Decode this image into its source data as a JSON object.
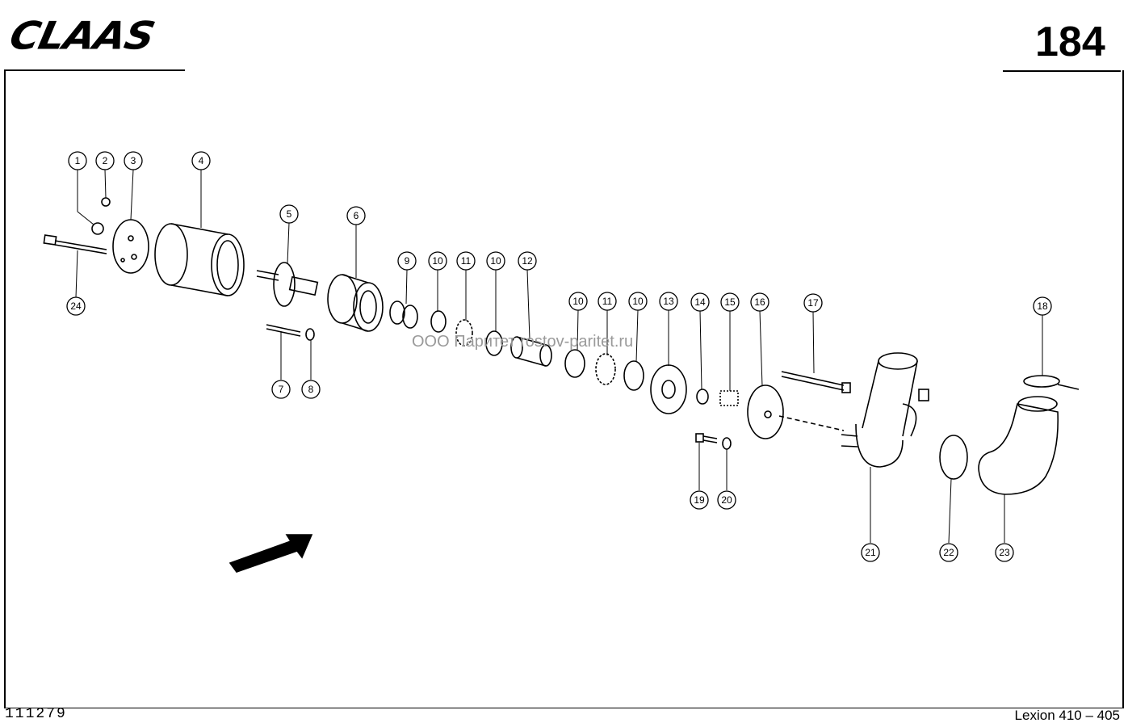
{
  "header": {
    "logo_text": "CLAAS",
    "page_number": "184"
  },
  "footer": {
    "drawing_number": "111279",
    "model": "Lexion 410 – 405"
  },
  "watermark": "ООО Паритет   rostov-paritet.ru",
  "callouts": [
    "1",
    "2",
    "3",
    "4",
    "5",
    "6",
    "7",
    "8",
    "9",
    "10",
    "10",
    "10",
    "10",
    "11",
    "11",
    "12",
    "13",
    "14",
    "15",
    "16",
    "17",
    "18",
    "19",
    "20",
    "21",
    "22",
    "23",
    "24"
  ],
  "colors": {
    "ink": "#000000",
    "paper": "#ffffff",
    "watermark": "#9a9a9a"
  }
}
